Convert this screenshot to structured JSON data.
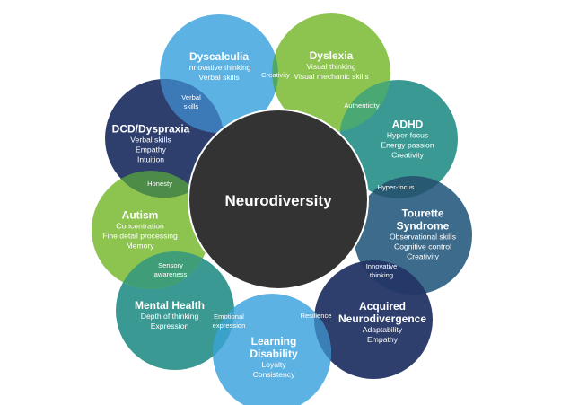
{
  "center": {
    "label": "Neurodiversity",
    "color": "#333333"
  },
  "petals": [
    {
      "title": "Dyscalculia",
      "traits": [
        "Innovative thinking",
        "Verbal skills"
      ],
      "color": "#5cb3e3"
    },
    {
      "title": "Dyslexia",
      "traits": [
        "Visual thinking",
        "Visual mechanic skills"
      ],
      "color": "#8dc44f"
    },
    {
      "title": "ADHD",
      "traits": [
        "Hyper-focus",
        "Energy passion",
        "Creativity"
      ],
      "color": "#3a9a93"
    },
    {
      "title_line1": "Tourette",
      "title_line2": "Syndrome",
      "traits": [
        "Observational skills",
        "Cognitive control",
        "Creativity"
      ],
      "color": "#3d6b8c"
    },
    {
      "title_line1": "Acquired",
      "title_line2": "Neurodivergence",
      "traits": [
        "Adaptability",
        "Empathy"
      ],
      "color": "#2e3f6e"
    },
    {
      "title_line1": "Learning",
      "title_line2": "Disability",
      "traits": [
        "Loyalty",
        "Consistency"
      ],
      "color": "#5cb3e3"
    },
    {
      "title": "Mental Health",
      "traits": [
        "Depth of thinking",
        "Expression"
      ],
      "color": "#3a9a93"
    },
    {
      "title": "Autism",
      "traits": [
        "Concentration",
        "Fine detail processing",
        "Memory"
      ],
      "color": "#8dc44f"
    },
    {
      "title": "DCD/Dyspraxia",
      "traits": [
        "Verbal skills",
        "Empathy",
        "Intuition"
      ],
      "color": "#2e3f6e"
    }
  ],
  "overlaps": [
    {
      "label": "Creativity",
      "color": "#4fa86a"
    },
    {
      "label": "Authenticity",
      "color": "#4aa873"
    },
    {
      "label": "Hyper-focus",
      "color": "#275a72"
    },
    {
      "line1": "Innovative",
      "line2": "thinking",
      "color": "#253968"
    },
    {
      "label": "Resilience",
      "color": "#3a7fb6"
    },
    {
      "line1": "Emotional",
      "line2": "expression",
      "color": "#3aa2c8"
    },
    {
      "line1": "Sensory",
      "line2": "awareness",
      "color": "#3f9e78"
    },
    {
      "label": "Honesty",
      "color": "#4d8b48"
    },
    {
      "line1": "Verbal",
      "line2": "skills",
      "color": "#3c7ab7"
    }
  ]
}
